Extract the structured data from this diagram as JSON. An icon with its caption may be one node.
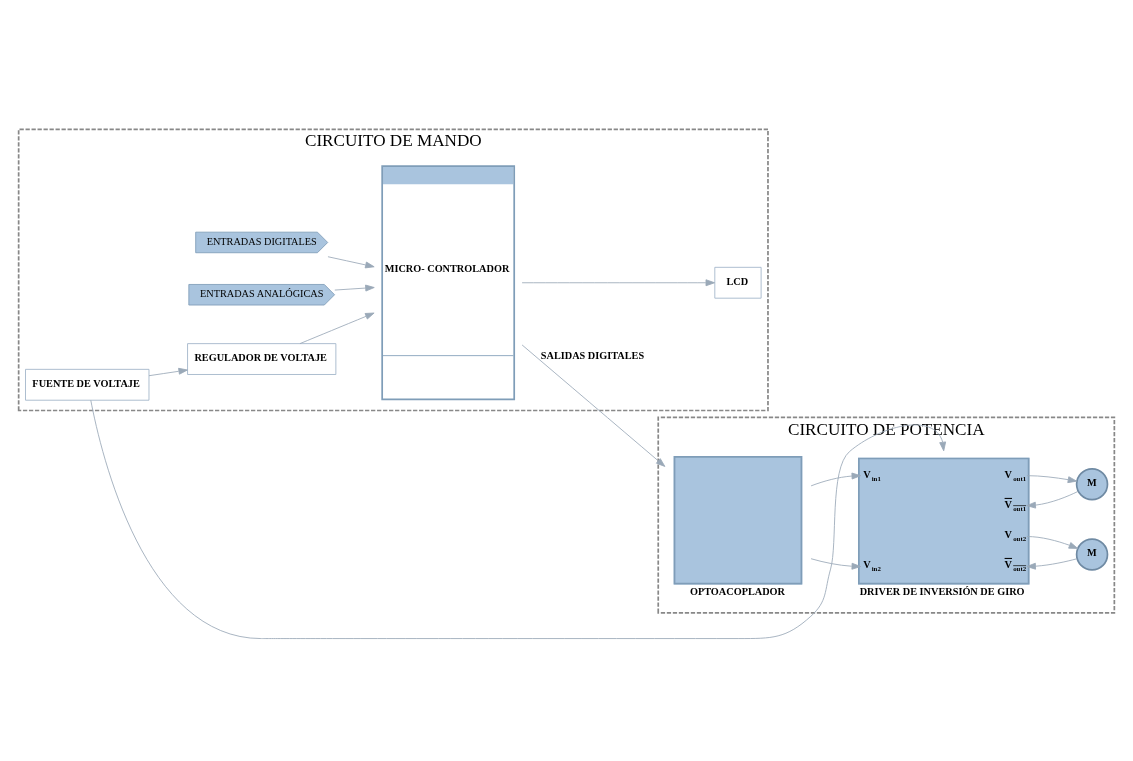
{
  "diagram": {
    "nodes": [
      {
        "text": [
          "CIRCUITO DE MANDO"
        ]
      },
      {
        "text": [
          "CIRCUITO DE POTENCIA"
        ]
      },
      {
        "text": [
          "FUENTE DE VOLTAJE"
        ],
        "in": 0
      },
      {
        "text": [
          "REGULADOR DE VOLTAJE"
        ],
        "in": 0
      },
      {
        "text": [
          "MICRO- CONTROLADOR"
        ],
        "in": 0
      },
      {
        "text": [
          "LCD"
        ],
        "in": 0
      },
      {
        "text": [
          "ENTRADAS DIGITALES"
        ],
        "in": 0
      },
      {
        "text": [
          "ENTRADAS ANALÓGICAS"
        ],
        "in": 0
      },
      {
        "text": [
          "OPTOACOPLADOR"
        ],
        "in": 1
      },
      {
        "text": [
          "V$_{in1}$",
          "V$_{out1}$",
          "V$_{out1}$",
          "V$_{out2}$",
          "V$_{in2}$",
          "V$_{out2}$",
          "DRIVER DE INVERSIÓN DE GIRO"
        ],
        "in": 1
      },
      {
        "text": [
          "M"
        ],
        "in": 1
      },
      {
        "text": [
          "M"
        ],
        "in": 1
      }
    ],
    "edges": [
      {
        "from": 2,
        "to": 3,
        "arrow": "to"
      },
      {
        "from": 3,
        "to": 4,
        "arrow": "to"
      },
      {
        "from": 2,
        "to": 9,
        "arrow": "to"
      },
      {
        "from": 6,
        "to": 4,
        "arrow": "to"
      },
      {
        "from": 7,
        "to": 4,
        "arrow": "to"
      },
      {
        "from": 4,
        "to": 8,
        "arrow": "to",
        "label": "SALIDAS DIGITALES"
      },
      {
        "from": 4,
        "to": 5,
        "arrow": "to"
      },
      {
        "from": 8,
        "to": 9,
        "arrow": "to"
      },
      {
        "from": 8,
        "to": 9,
        "arrow": "to"
      },
      {
        "from": 9,
        "to": 10,
        "arrow": "to"
      },
      {
        "from": 10,
        "to": 9,
        "arrow": "to"
      },
      {
        "from": 9,
        "to": 11,
        "arrow": "to"
      },
      {
        "from": 11,
        "to": 9,
        "arrow": "to"
      }
    ]
  }
}
